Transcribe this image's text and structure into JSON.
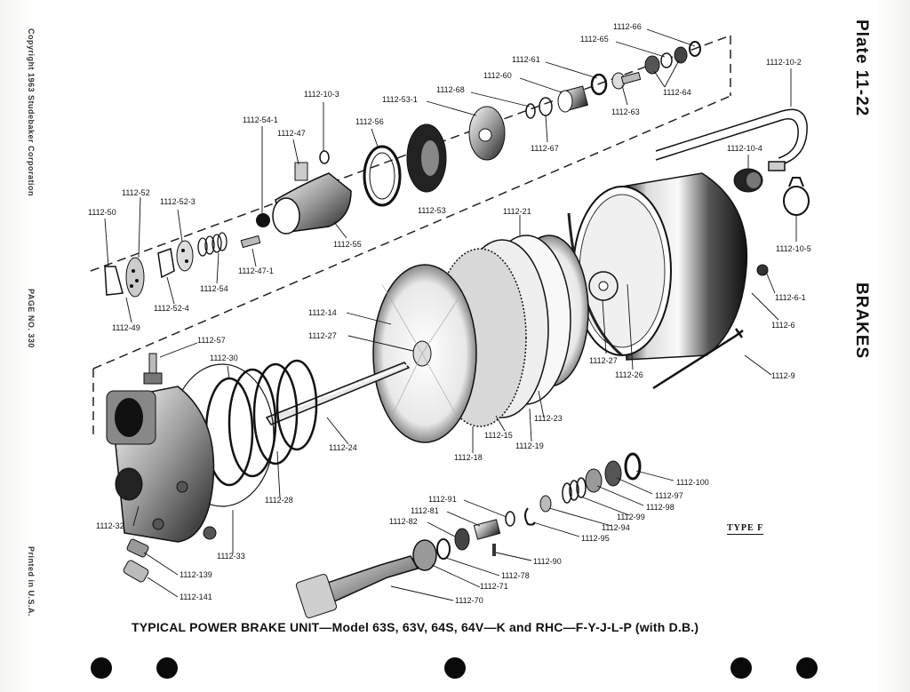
{
  "plate": "Plate 11-22",
  "section": "BRAKES",
  "copyright": "Copyright 1963 Studebaker Corporation",
  "page_no": "PAGE NO. 330",
  "printed": "Printed in U.S.A.",
  "caption": "TYPICAL POWER BRAKE UNIT—Model 63S, 63V, 64S, 64V—K and RHC—F-Y-J-L-P (with D.B.)",
  "type_label": "TYPE F",
  "part_labels": [
    "1112-66",
    "1112-65",
    "1112-61",
    "1112-60",
    "1112-68",
    "1112-53-1",
    "1112-64",
    "1112-63",
    "1112-67",
    "1112-10-3",
    "1112-54-1",
    "1112-47",
    "1112-56",
    "1112-53",
    "1112-10-2",
    "1112-10-4",
    "1112-10-5",
    "1112-52",
    "1112-52-3",
    "1112-50",
    "1112-47-1",
    "1112-55",
    "1112-54",
    "1112-52-4",
    "1112-49",
    "1112-21",
    "1112-14",
    "1112-27",
    "1112-6-1",
    "1112-6",
    "1112-57",
    "1112-30",
    "1112-27",
    "1112-26",
    "1112-9",
    "1112-23",
    "1112-15",
    "1112-19",
    "1112-18",
    "1112-24",
    "1112-100",
    "1112-97",
    "1112-98",
    "1112-99",
    "1112-94",
    "1112-95",
    "1112-91",
    "1112-81",
    "1112-82",
    "1112-28",
    "1112-32",
    "1112-33",
    "1112-90",
    "1112-78",
    "1112-71",
    "1112-70",
    "1112-139",
    "1112-141"
  ]
}
